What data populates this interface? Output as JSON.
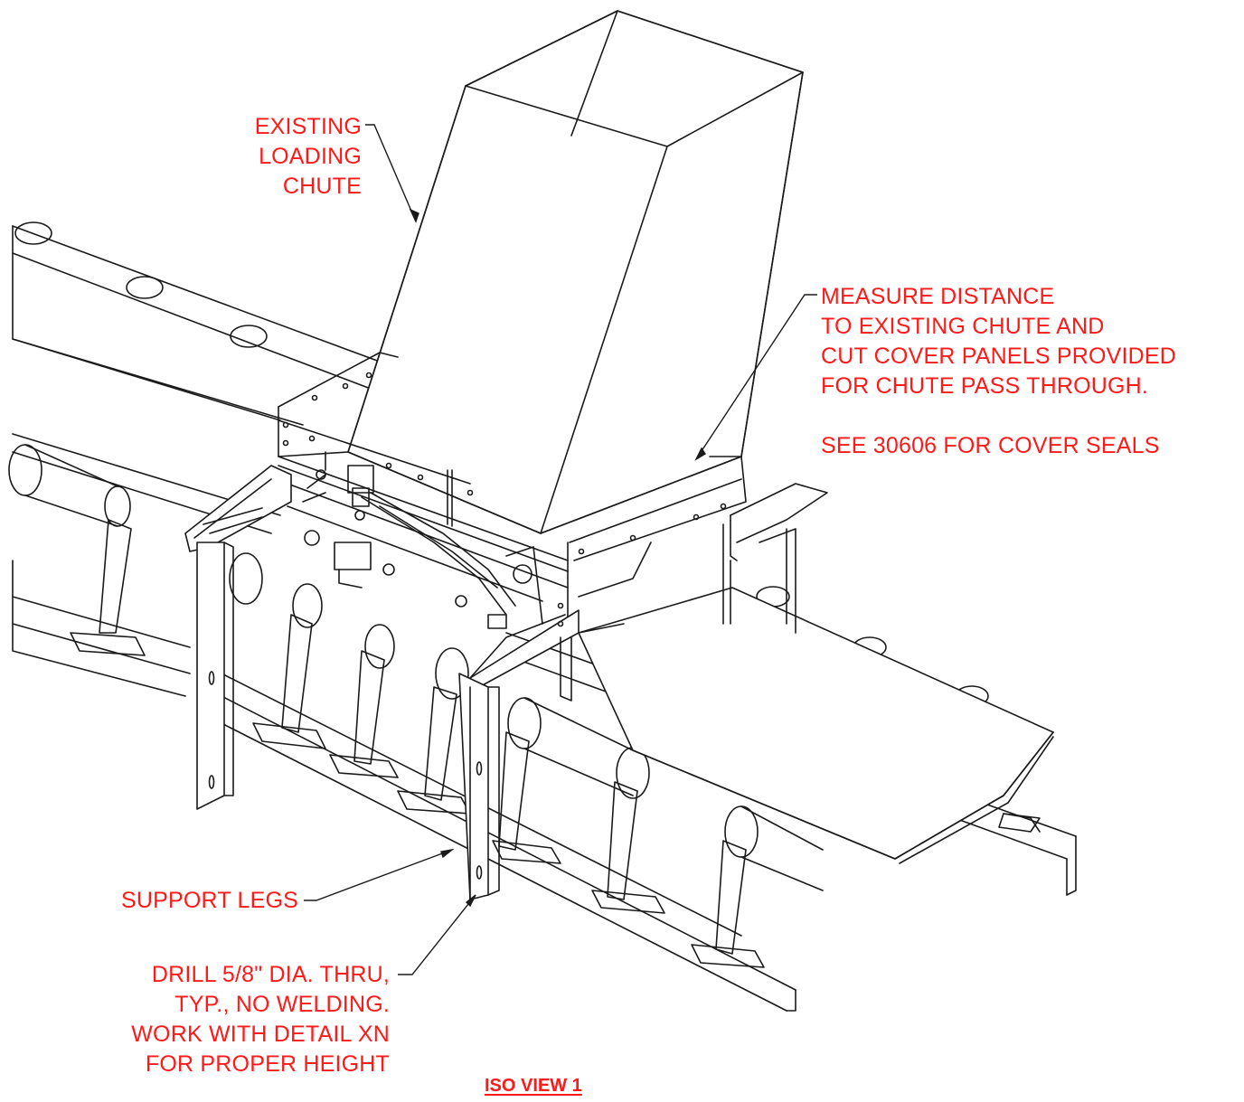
{
  "callouts": {
    "existing_chute": [
      "EXISTING",
      "LOADING",
      "CHUTE"
    ],
    "measure_distance": [
      "MEASURE DISTANCE",
      "TO EXISTING CHUTE AND",
      "CUT COVER PANELS PROVIDED",
      "FOR CHUTE PASS THROUGH."
    ],
    "cover_seals": "SEE 30606 FOR COVER SEALS",
    "support_legs": "SUPPORT LEGS",
    "drill_note": [
      "DRILL 5/8\" DIA. THRU,",
      "TYP., NO WELDING.",
      "WORK WITH DETAIL XN",
      "FOR PROPER HEIGHT"
    ]
  },
  "view_title": "ISO VIEW 1",
  "colors": {
    "annotation": "#ff1a1a",
    "linework": "#1a1a1a",
    "background": "#ffffff"
  }
}
